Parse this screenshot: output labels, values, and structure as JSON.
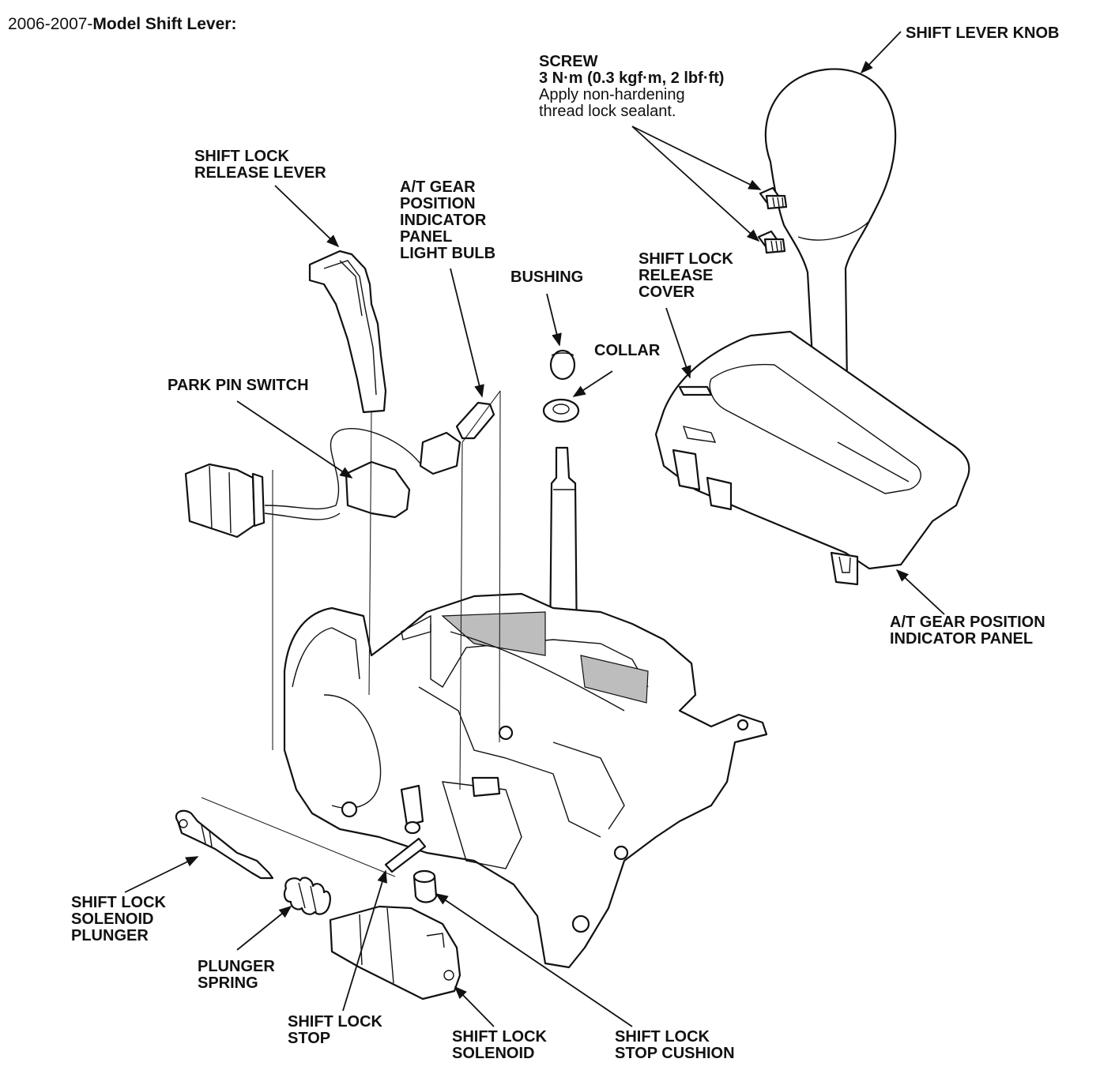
{
  "title": {
    "prefix": "2006-2007-",
    "main": "Model Shift Lever:"
  },
  "labels": {
    "shift_lever_knob": [
      "SHIFT LEVER KNOB"
    ],
    "screw": {
      "name": "SCREW",
      "torque": "3 N·m (0.3 kgf·m, 2 lbf·ft)",
      "note_line1": "Apply non-hardening",
      "note_line2": "thread lock sealant."
    },
    "shift_lock_release_lever": [
      "SHIFT LOCK",
      "RELEASE LEVER"
    ],
    "at_gear_position_indicator_panel_light_bulb": [
      "A/T GEAR",
      "POSITION",
      "INDICATOR",
      "PANEL",
      "LIGHT BULB"
    ],
    "bushing": [
      "BUSHING"
    ],
    "shift_lock_release_cover": [
      "SHIFT LOCK",
      "RELEASE",
      "COVER"
    ],
    "collar": [
      "COLLAR"
    ],
    "park_pin_switch": [
      "PARK PIN SWITCH"
    ],
    "at_gear_position_indicator_panel": [
      "A/T GEAR POSITION",
      "INDICATOR PANEL"
    ],
    "shift_lock_solenoid_plunger": [
      "SHIFT LOCK",
      "SOLENOID",
      "PLUNGER"
    ],
    "plunger_spring": [
      "PLUNGER",
      "SPRING"
    ],
    "shift_lock_stop": [
      "SHIFT LOCK",
      "STOP"
    ],
    "shift_lock_solenoid": [
      "SHIFT LOCK",
      "SOLENOID"
    ],
    "shift_lock_stop_cushion": [
      "SHIFT LOCK",
      "STOP CUSHION"
    ]
  }
}
